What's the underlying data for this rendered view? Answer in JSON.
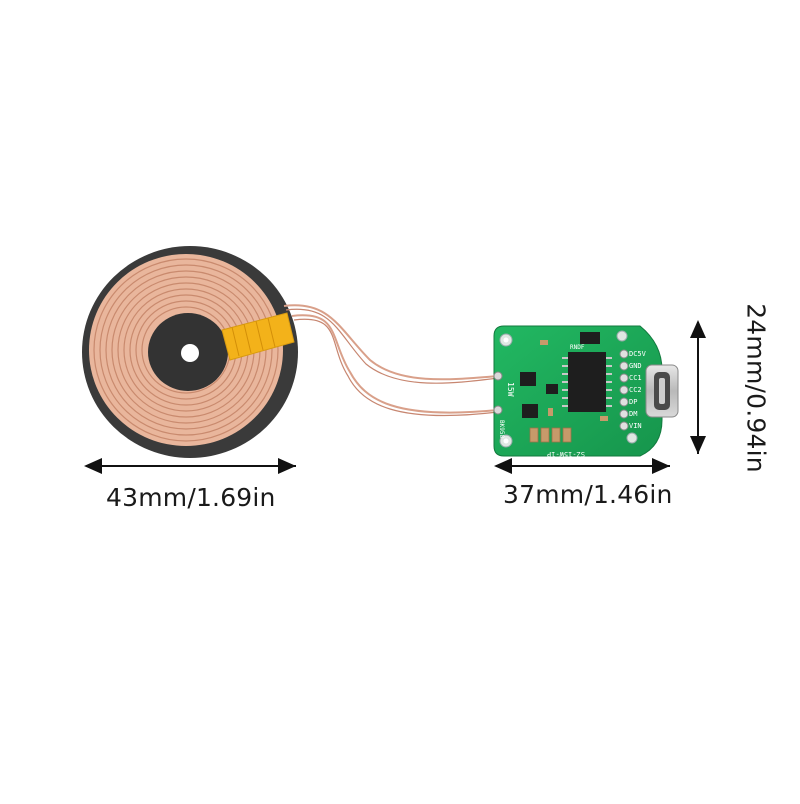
{
  "dimensions": {
    "coil_width": "43mm/1.69in",
    "board_width": "37mm/1.46in",
    "board_height": "24mm/0.94in"
  },
  "board_text": {
    "wattage": "15W",
    "model": "SZ-15W-1P",
    "chip": "BK958",
    "pins": [
      "DC5V",
      "GND",
      "CC1",
      "CC2",
      "DP",
      "DM",
      "VIN"
    ],
    "header_code": "RNDF"
  },
  "colors": {
    "background": "#ffffff",
    "coil_copper": "#e9b69c",
    "coil_ferrite": "#3a3a3a",
    "coil_tape": "#f3b21a",
    "pcb_green": "#1faa5a",
    "dimension_line": "#111111"
  }
}
